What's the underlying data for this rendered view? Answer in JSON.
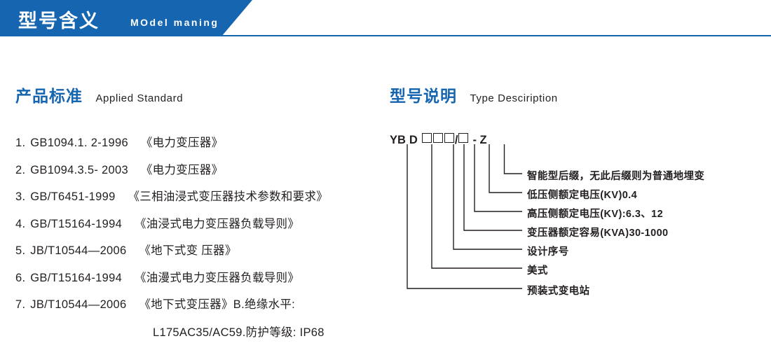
{
  "header": {
    "title_cn": "型号含义",
    "title_en": "MOdel maning"
  },
  "sections": {
    "standard": {
      "title_cn": "产品标准",
      "title_en": "Applied Standard"
    },
    "type": {
      "title_cn": "型号说明",
      "title_en": "Type Desciription"
    }
  },
  "standards": [
    {
      "num": "1.",
      "code": "GB1094.1. 2-1996",
      "title": "《电力变压器》"
    },
    {
      "num": "2.",
      "code": "GB1094.3.5- 2003",
      "title": "《电力变压器》"
    },
    {
      "num": "3.",
      "code": "GB/T6451-1999",
      "title": "《三相油浸式变压器技术参数和要求》"
    },
    {
      "num": "4.",
      "code": "GB/T15164-1994",
      "title": "《油浸式电力变压器负载导则》"
    },
    {
      "num": "5.",
      "code": "JB/T10544—2006",
      "title": "《地下式变 压器》"
    },
    {
      "num": "6.",
      "code": "GB/T15164-1994",
      "title": "《油漫式电力变压器负载导则》"
    },
    {
      "num": "7.",
      "code": "JB/T10544—2006",
      "title": "《地下式变压器》B.绝缘水平:"
    }
  ],
  "standards_extra_line": "L175AC35/AC59.防护等级: IP68",
  "type_code": {
    "prefix": "YB",
    "second": "D",
    "boxes": 3,
    "slash": "/",
    "box_after_slash": 1,
    "suffix": "- Z"
  },
  "type_labels": [
    "智能型后缀，无此后缀则为普通地埋变",
    "低压侧额定电压(KV)0.4",
    "高压侧额定电压(KV):6.3、12",
    "变压器额定容易(KVA)30-1000",
    "设计序号",
    "美式",
    "预装式变电站"
  ],
  "colors": {
    "brand_blue": "#1565b0",
    "text": "#231f20",
    "white": "#ffffff"
  }
}
